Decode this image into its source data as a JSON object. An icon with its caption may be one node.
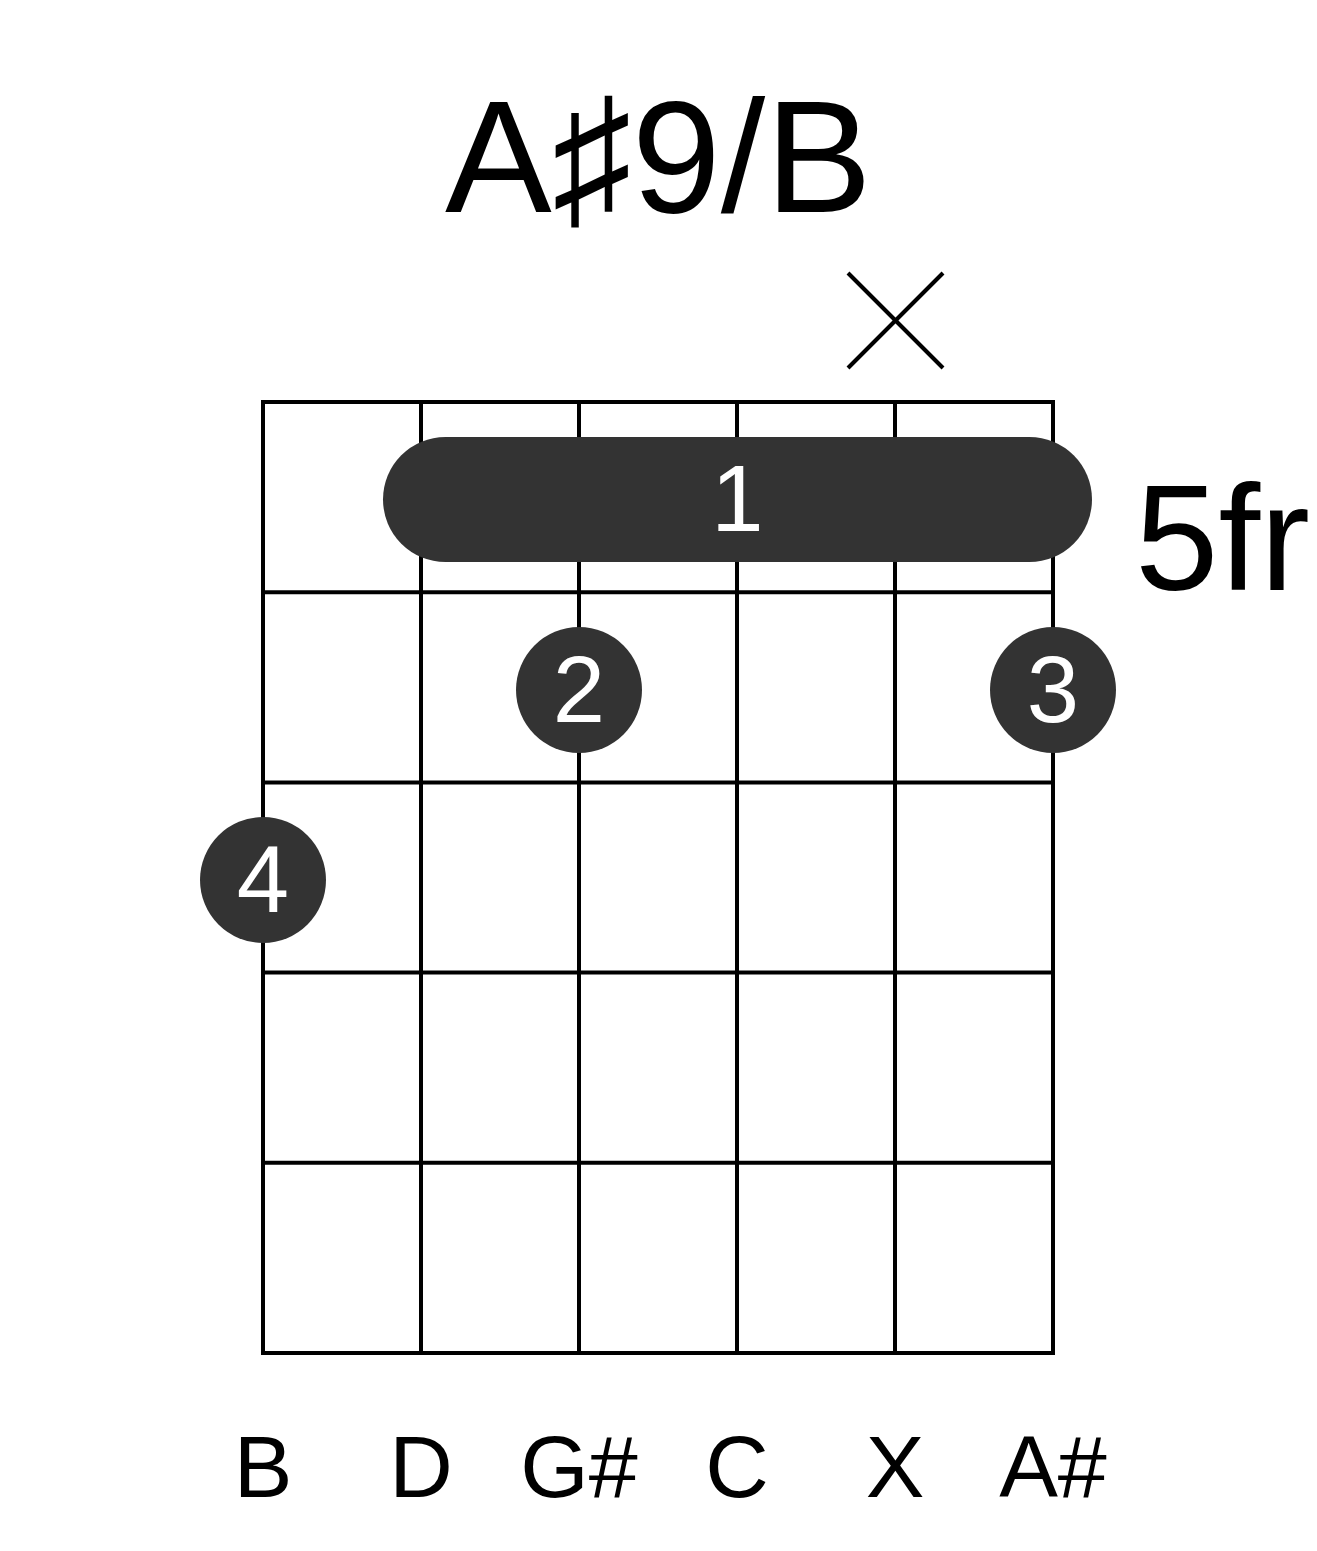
{
  "diagram": {
    "title": "A♯9/B",
    "nodes": [
      {
        "text": [
          "1"
        ]
      },
      {
        "text": [
          "2"
        ]
      },
      {
        "text": [
          "3"
        ]
      },
      {
        "text": [
          "4"
        ]
      }
    ],
    "labels": [
      "5fr",
      "B",
      "D",
      "G#",
      "C",
      "X",
      "A#"
    ]
  }
}
